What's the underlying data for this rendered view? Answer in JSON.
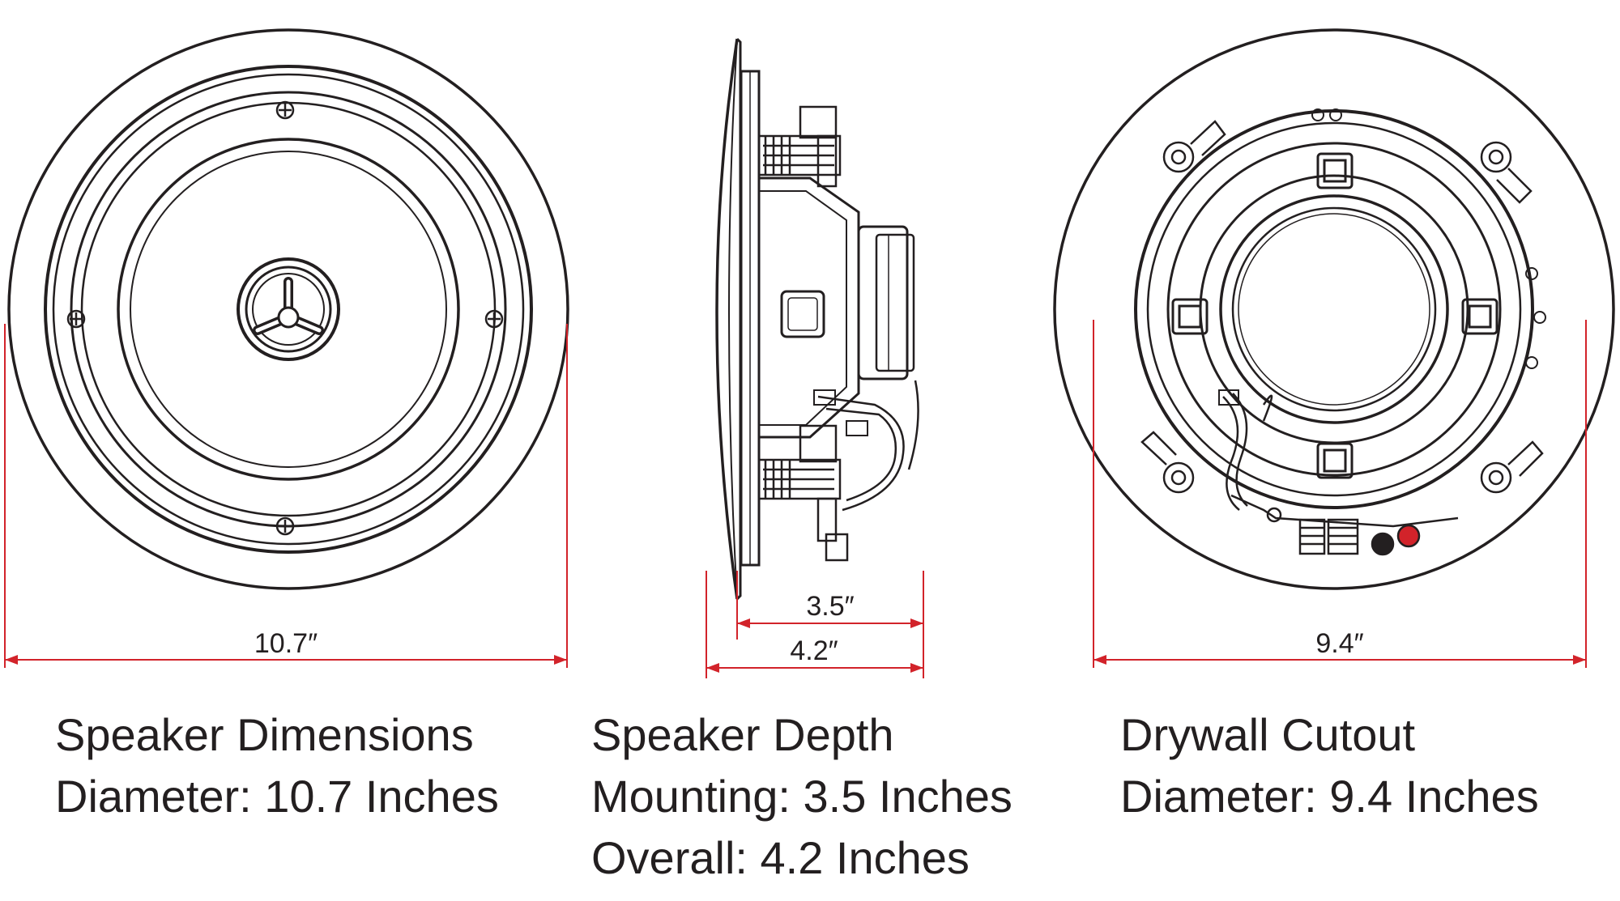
{
  "colors": {
    "line": "#231f20",
    "dimension": "#d2232a",
    "terminal_red": "#d2232a",
    "terminal_black": "#231f20"
  },
  "front_view": {
    "dimension_label": "10.7″",
    "caption": {
      "title": "Speaker Dimensions",
      "line1": "Diameter: 10.7 Inches"
    }
  },
  "side_view": {
    "mounting_label": "3.5″",
    "overall_label": "4.2″",
    "caption": {
      "title": "Speaker Depth",
      "line1": "Mounting: 3.5 Inches",
      "line2": "Overall: 4.2 Inches"
    }
  },
  "back_view": {
    "dimension_label": "9.4″",
    "caption": {
      "title": "Drywall Cutout",
      "line1": "Diameter: 9.4 Inches"
    }
  }
}
